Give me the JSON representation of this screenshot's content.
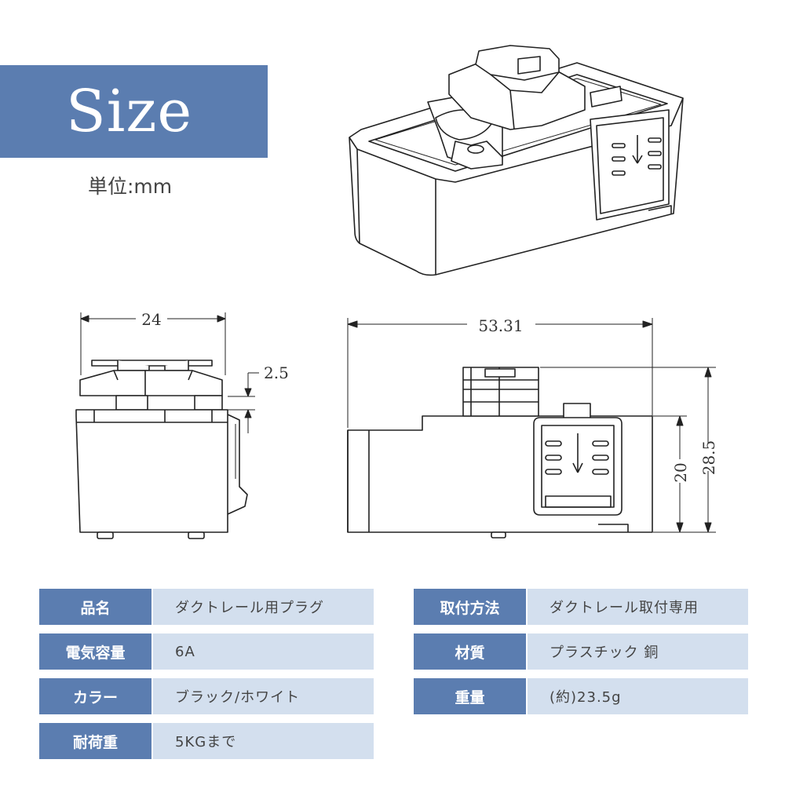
{
  "header": {
    "title": "Size",
    "unit": "単位:mm"
  },
  "dimensions": {
    "width_front": "24",
    "top_offset": "2.5",
    "length": "53.31",
    "body_height": "20",
    "total_height": "28.5"
  },
  "specs_left": [
    {
      "key": "品名",
      "value": "ダクトレール用プラグ"
    },
    {
      "key": "電気容量",
      "value": "6A"
    },
    {
      "key": "カラー",
      "value": "ブラック/ホワイト"
    },
    {
      "key": "耐荷重",
      "value": "5KGまで"
    }
  ],
  "specs_right": [
    {
      "key": "取付方法",
      "value": "ダクトレール取付専用"
    },
    {
      "key": "材質",
      "value": "プラスチック 銅"
    },
    {
      "key": "重量",
      "value": "(約)23.5g"
    }
  ],
  "colors": {
    "accent": "#5b7db0",
    "table_value_bg": "#d3dfee",
    "line": "#222222"
  }
}
